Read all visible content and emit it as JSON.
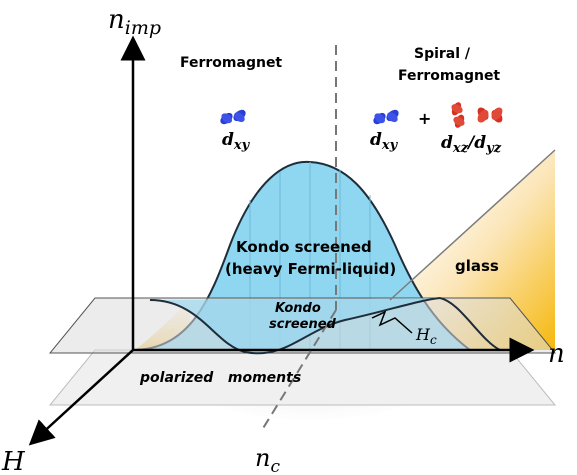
{
  "axes": {
    "n_imp": {
      "base": "n",
      "sub": "imp"
    },
    "n": "n",
    "H": "H",
    "n_c": {
      "base": "n",
      "sub": "c"
    },
    "H_c": {
      "base": "H",
      "sub": "c"
    }
  },
  "regions": {
    "ferromagnet": "Ferromagnet",
    "spiral_line1": "Spiral /",
    "spiral_line2": "Ferromagnet",
    "kondo_line1": "Kondo screened",
    "kondo_line2": "(heavy Fermi-liquid)",
    "glass": "glass",
    "kondo_small_line1": "Kondo",
    "kondo_small_line2": "screened",
    "polarized": "polarized   moments"
  },
  "orbitals": {
    "left_label": {
      "base": "d",
      "sub": "xy"
    },
    "right_label_1": {
      "base": "d",
      "sub": "xy"
    },
    "plus": "+",
    "right_label_2a": {
      "base": "d",
      "sub": "xz"
    },
    "slash": "/",
    "right_label_2b": {
      "base": "d",
      "sub": "yz"
    }
  },
  "colors": {
    "dome": "#8fd6f0",
    "dome_stroke": "#1f2d3a",
    "glass_gradient_start": "#ffffff",
    "glass_gradient_end": "#f5b400",
    "plane": "#e6e6e6",
    "orbital_blue": "#2a3fd6",
    "orbital_red": "#d83020"
  }
}
